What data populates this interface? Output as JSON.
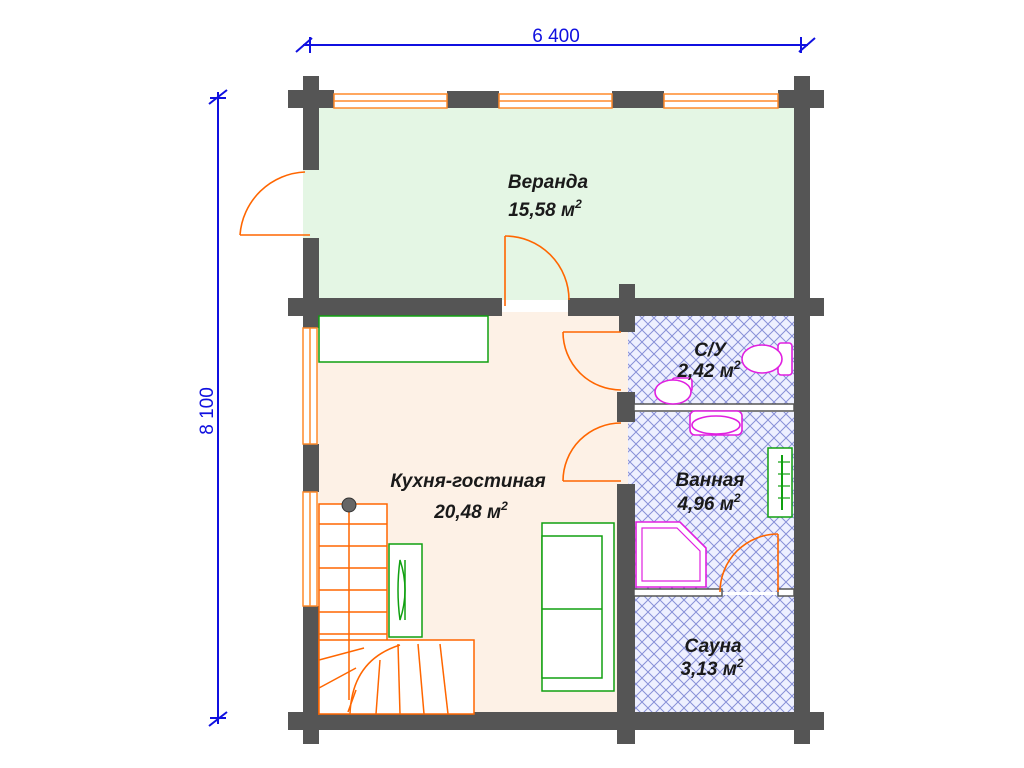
{
  "dimensions": {
    "width_label": "6 400",
    "height_label": "8 100"
  },
  "rooms": {
    "veranda": {
      "name": "Веранда",
      "area": "15,58 м",
      "unit_power": "2"
    },
    "wc": {
      "name": "С/У",
      "area": "2,42 м",
      "unit_power": "2"
    },
    "kitchen": {
      "name": "Кухня-гостиная",
      "area": "20,48 м",
      "unit_power": "2"
    },
    "bathroom": {
      "name": "Ванная",
      "area": "4,96 м",
      "unit_power": "2"
    },
    "sauna": {
      "name": "Сауна",
      "area": "3,13 м",
      "unit_power": "2"
    }
  },
  "colors": {
    "wall": "#555555",
    "veranda_fill": "#e4f6e4",
    "kitchen_fill": "#fdf1e6",
    "wet_fill": "#c8d0f0",
    "dimension": "#1010e0",
    "door": "#ff6600",
    "plumbing": "#e020e0",
    "furniture": "#10a010"
  }
}
